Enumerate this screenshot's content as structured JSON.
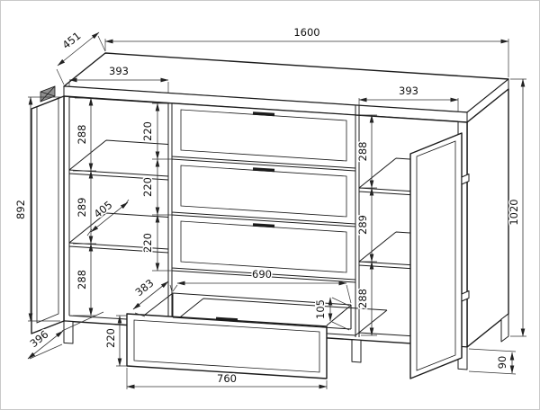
{
  "drawing": {
    "top_dims": {
      "total_width": "1600",
      "depth": "451",
      "left_section_width": "393",
      "right_section_width": "393"
    },
    "height_dims": {
      "side_height": "892",
      "total_height": "1020",
      "plinth_height": "90"
    },
    "left_section": {
      "opening_top": "288",
      "opening_middle": "289",
      "opening_bottom": "288",
      "shelf_depth": "405"
    },
    "drawer_column": {
      "pitch_top": "220",
      "pitch_middle": "220",
      "pitch_bottom": "220"
    },
    "right_section": {
      "opening_top": "288",
      "opening_middle": "289",
      "opening_bottom": "288"
    },
    "pulled_drawer": {
      "inner_width": "690",
      "side_height": "105",
      "side_depth": "383",
      "front_height": "220",
      "front_width": "760",
      "base_depth": "396"
    }
  }
}
